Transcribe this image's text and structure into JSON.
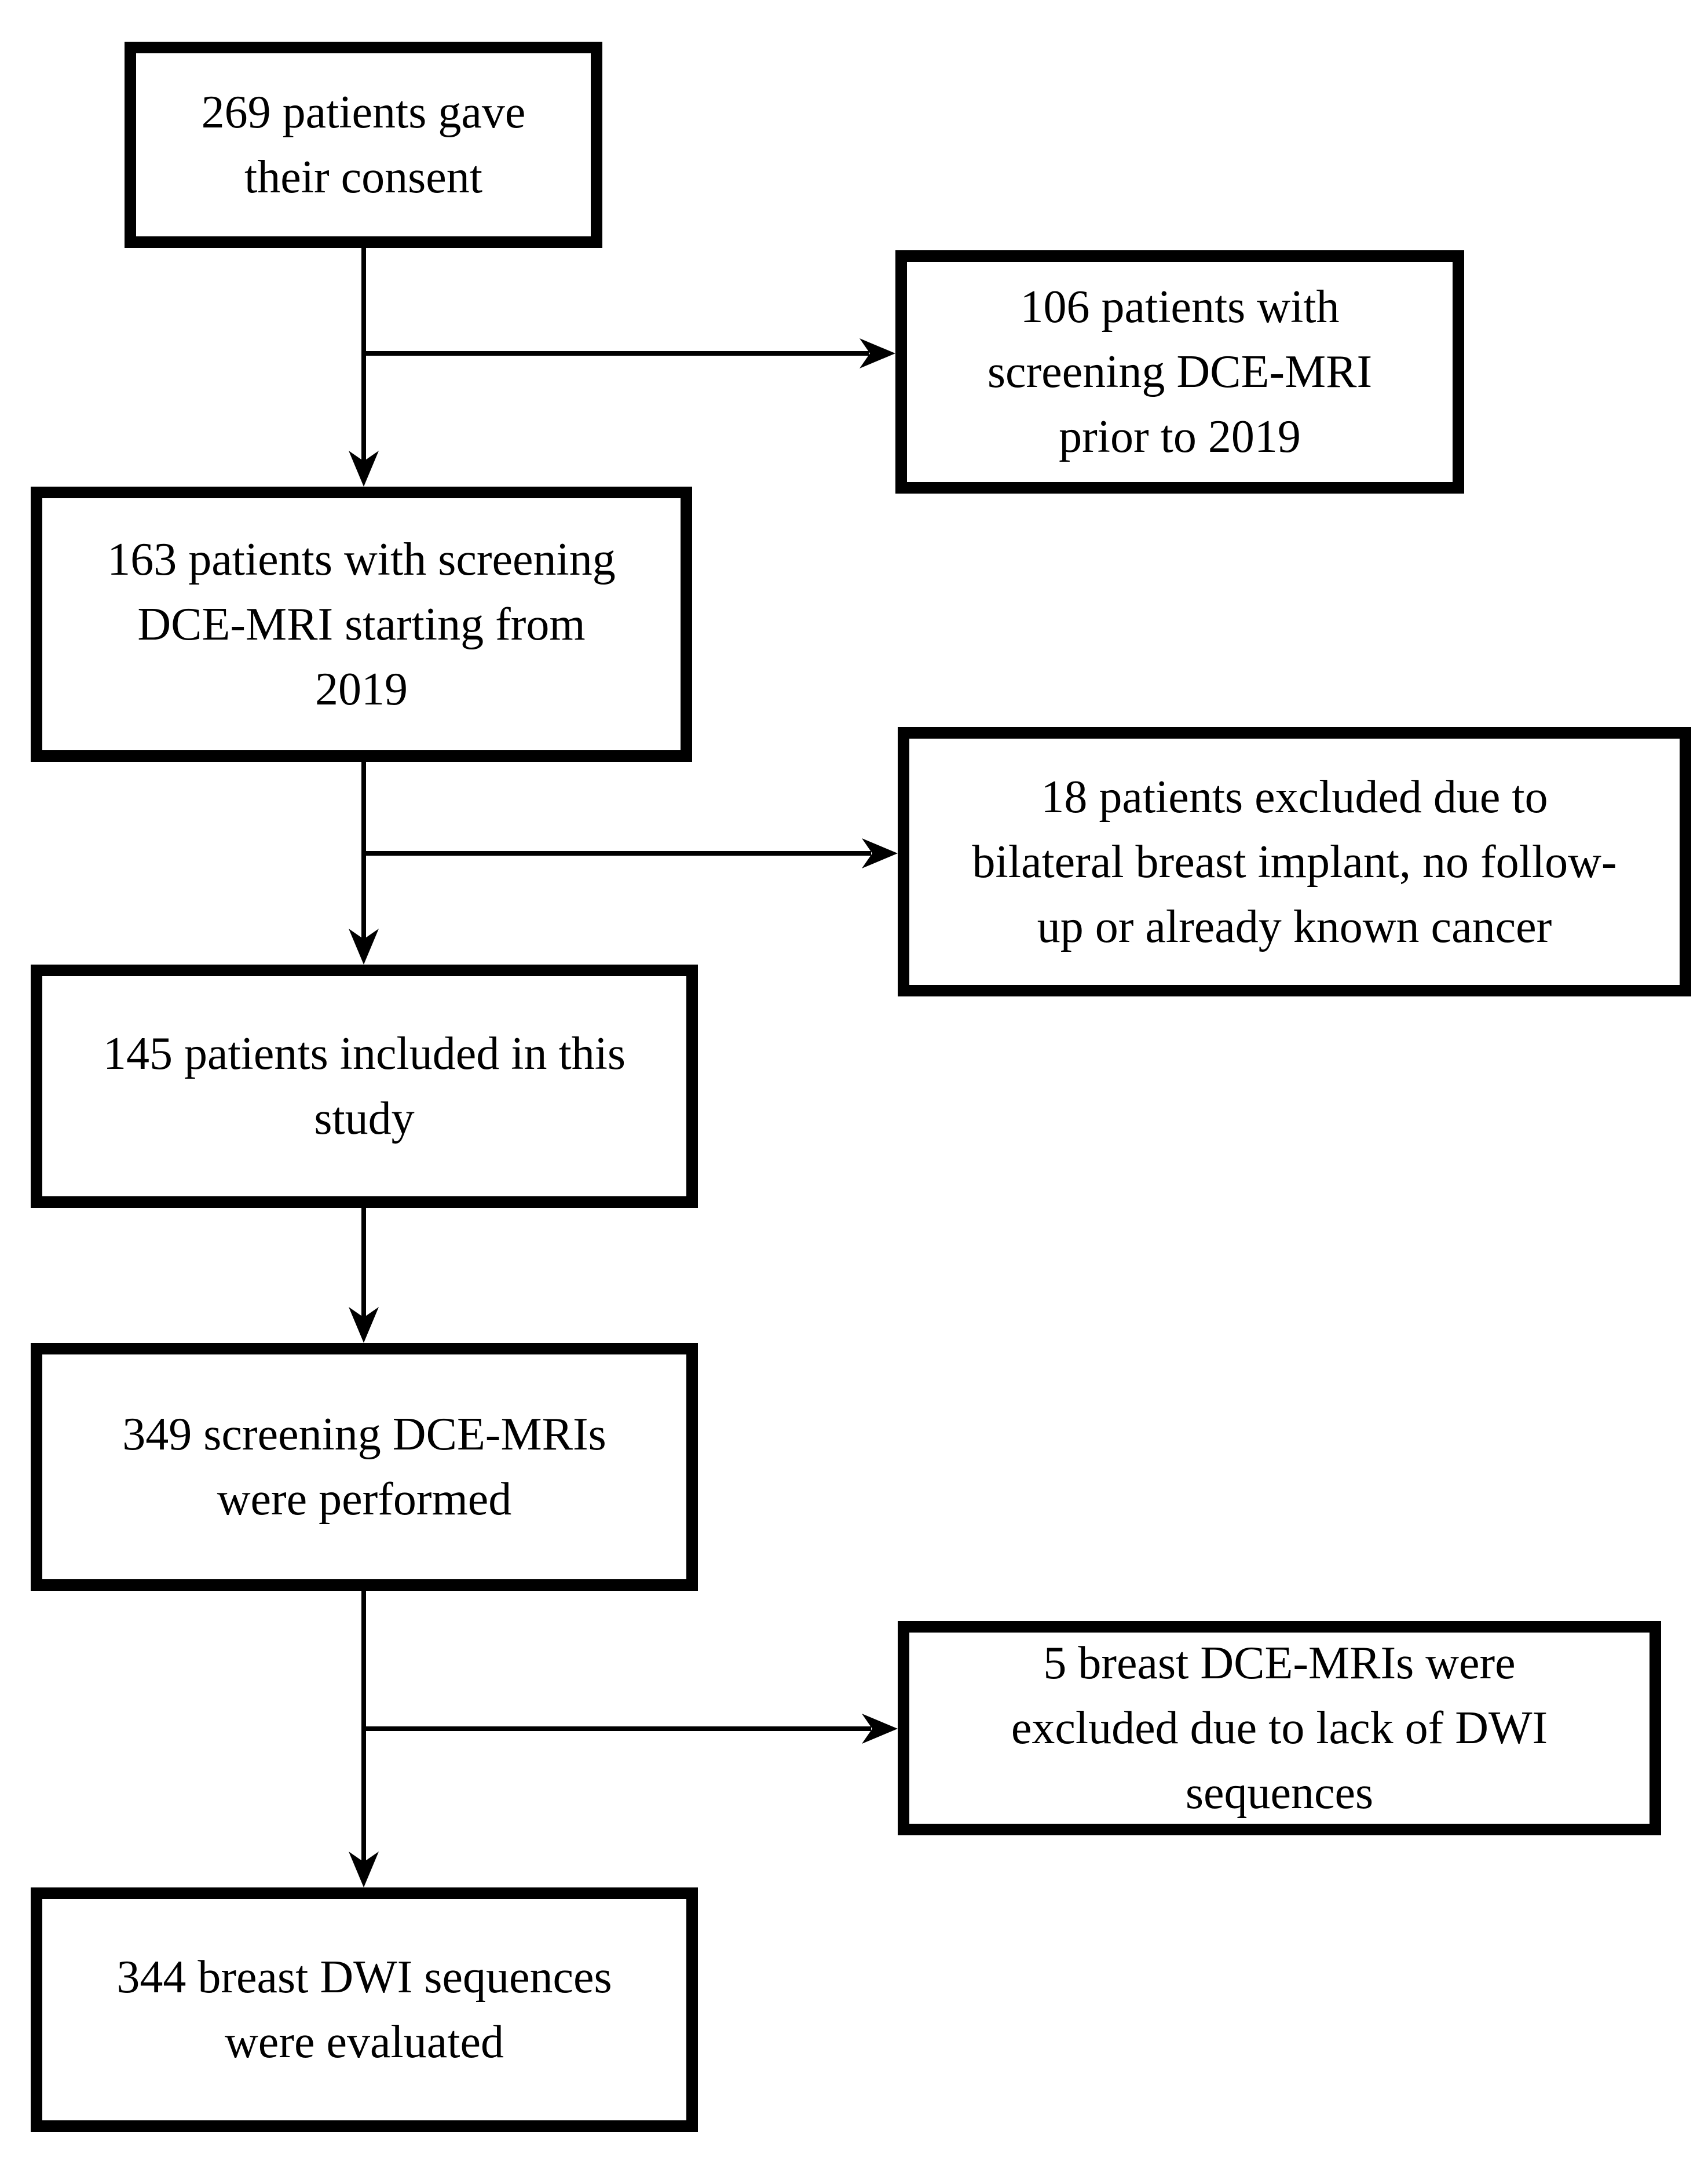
{
  "diagram": {
    "type": "flowchart",
    "background_color": "#ffffff",
    "box_border_color": "#000000",
    "text_color": "#000000",
    "arrow_color": "#000000",
    "nodes": [
      {
        "id": "consent",
        "label": "269 patients gave\ntheir consent"
      },
      {
        "id": "screening-prior-2019",
        "label": "106 patients with\nscreening DCE-MRI\nprior to 2019"
      },
      {
        "id": "screening-from-2019",
        "label": "163 patients with screening\nDCE-MRI starting from\n2019"
      },
      {
        "id": "excluded-18",
        "label": "18 patients excluded due to\nbilateral breast implant, no follow-\nup or already known cancer"
      },
      {
        "id": "included-145",
        "label": "145 patients included in this\nstudy"
      },
      {
        "id": "dce-mri-349",
        "label": "349 screening DCE-MRIs\nwere performed"
      },
      {
        "id": "excluded-5",
        "label": "5 breast DCE-MRIs were\nexcluded due to lack of DWI\nsequences"
      },
      {
        "id": "dwi-344",
        "label": "344 breast DWI sequences\nwere evaluated"
      }
    ],
    "edges": [
      {
        "from": "consent",
        "to": "screening-from-2019",
        "kind": "flow"
      },
      {
        "from": "consent",
        "to": "screening-prior-2019",
        "kind": "exclusion"
      },
      {
        "from": "screening-from-2019",
        "to": "included-145",
        "kind": "flow"
      },
      {
        "from": "screening-from-2019",
        "to": "excluded-18",
        "kind": "exclusion"
      },
      {
        "from": "included-145",
        "to": "dce-mri-349",
        "kind": "flow"
      },
      {
        "from": "dce-mri-349",
        "to": "dwi-344",
        "kind": "flow"
      },
      {
        "from": "dce-mri-349",
        "to": "excluded-5",
        "kind": "exclusion"
      }
    ]
  }
}
